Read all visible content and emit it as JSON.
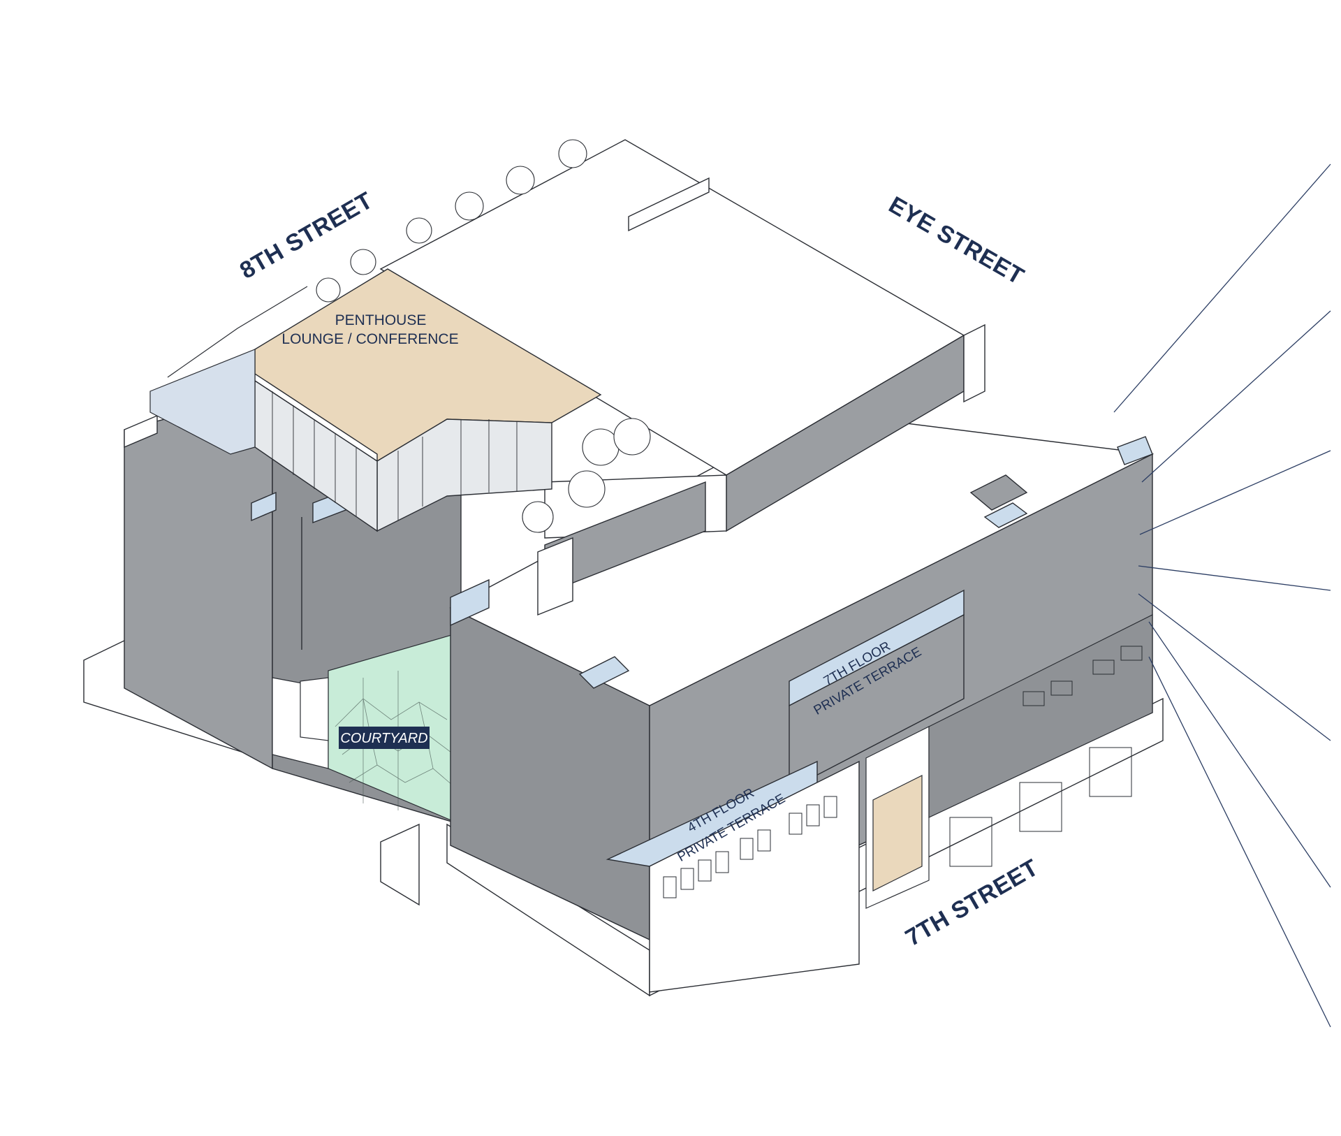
{
  "streets": {
    "north_west": "8TH STREET",
    "north_east": "EYE STREET",
    "south_east": "7TH STREET"
  },
  "zones": {
    "penthouse_line1": "PENTHOUSE",
    "penthouse_line2": "LOUNGE / CONFERENCE",
    "courtyard": "COURTYARD",
    "terrace7_line1": "7TH FLOOR",
    "terrace7_line2": "PRIVATE TERRACE",
    "terrace4_line1": "4TH FLOOR",
    "terrace4_line2": "PRIVATE TERRACE"
  },
  "colors": {
    "building_gray": "#9b9ea2",
    "building_dark": "#8d9094",
    "outline": "#2a2d33",
    "roof": "#ffffff",
    "penthouse_fill": "#ead8bc",
    "terrace_fill": "#cbdcec",
    "courtyard_fill": "#c8ecd8",
    "text_navy": "#1e2f52",
    "leader_line": "#2b3d63"
  }
}
